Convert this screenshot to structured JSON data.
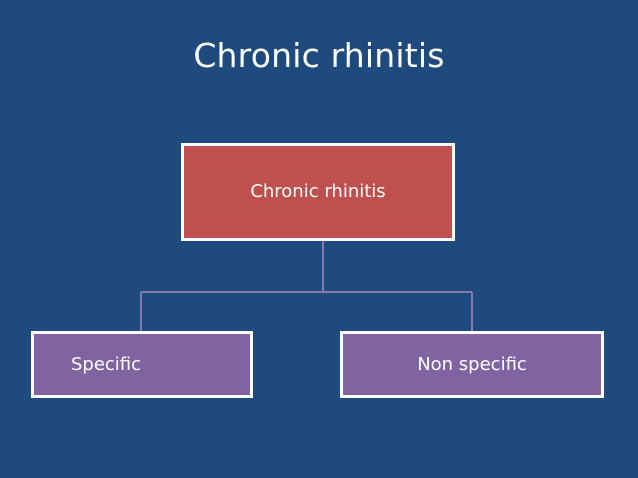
{
  "slide": {
    "title": "Chronic rhinitis",
    "background_color": "#1f4a7d",
    "text_color": "#ffffff"
  },
  "diagram": {
    "type": "hierarchy",
    "root": {
      "label": "Chronic rhinitis",
      "fill_color": "#c0504d",
      "border_color": "#ffffff"
    },
    "children": [
      {
        "label": "Specific",
        "fill_color": "#8064a2",
        "border_color": "#ffffff"
      },
      {
        "label": "Non specific",
        "fill_color": "#8064a2",
        "border_color": "#ffffff"
      }
    ],
    "connector_color": "#8878ac"
  }
}
